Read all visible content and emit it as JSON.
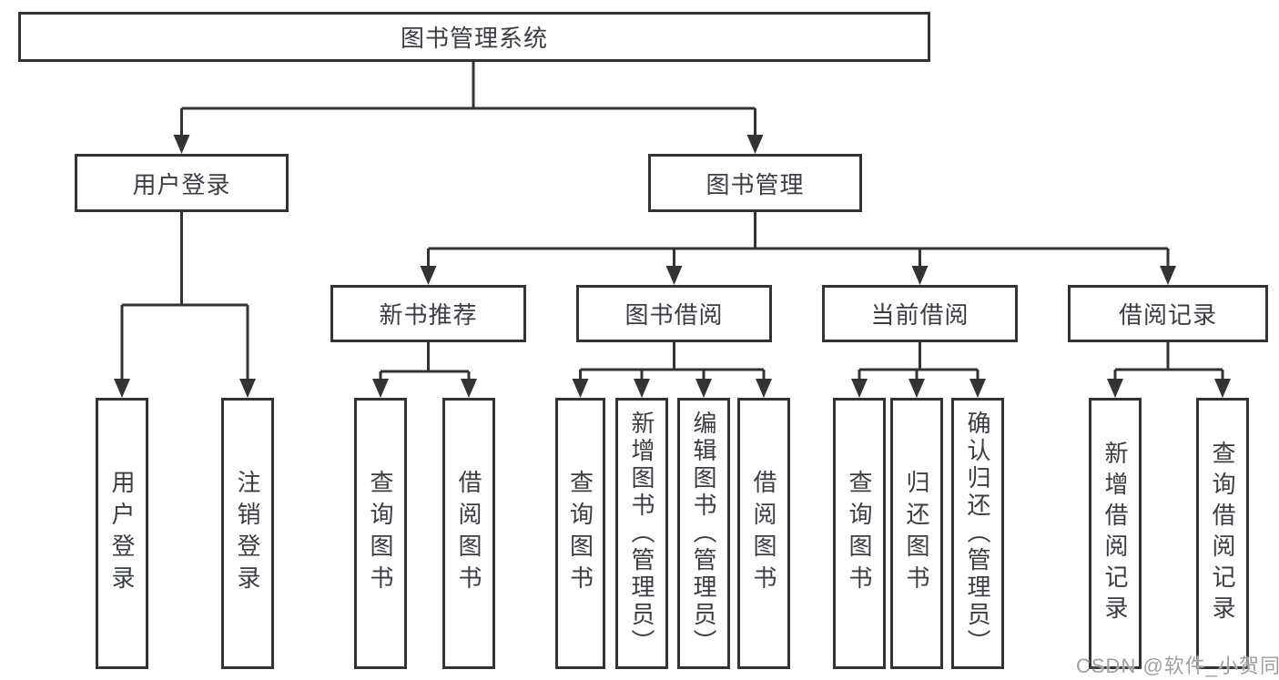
{
  "colors": {
    "line": "#333333",
    "text": "#3a3d42",
    "background": "#ffffff",
    "watermark": "#a0a0a0"
  },
  "nodes": {
    "root": "图书管理系统",
    "user_login": "用户登录",
    "book_management": "图书管理",
    "new_book_recommend": "新书推荐",
    "book_borrowing": "图书借阅",
    "current_borrowing": "当前借阅",
    "borrowing_records": "借阅记录",
    "leaf_user_login": "用户登录",
    "leaf_logout": "注销登录",
    "leaf_query_book_rec": "查询图书",
    "leaf_borrow_book_rec": "借阅图书",
    "leaf_query_book_borrow": "查询图书",
    "leaf_add_book_admin": "新增图书（管理员）",
    "leaf_edit_book_admin": "编辑图书（管理员）",
    "leaf_borrow_book": "借阅图书",
    "leaf_query_book_current": "查询图书",
    "leaf_return_book": "归还图书",
    "leaf_confirm_return_admin": "确认归还（管理员）",
    "leaf_add_borrow_record": "新增借阅记录",
    "leaf_query_borrow_record": "查询借阅记录"
  },
  "watermark": "CSDN @软件_小贺同学"
}
